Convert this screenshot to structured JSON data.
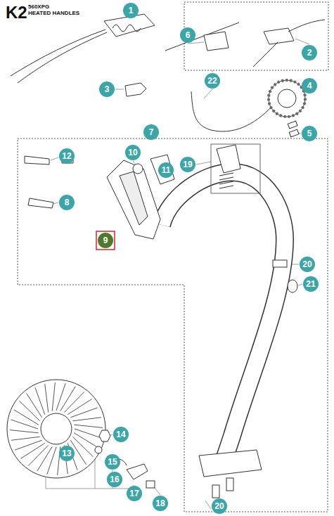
{
  "diagram": {
    "labels": [
      "K2",
      "560XPG",
      "HEATED HANDLES",
      "1",
      "6",
      "2",
      "3",
      "22",
      "4",
      "7",
      "5",
      "12",
      "10",
      "11",
      "19",
      "8",
      "9",
      "20",
      "21",
      "14",
      "13",
      "15",
      "16",
      "17",
      "18",
      "20"
    ]
  }
}
